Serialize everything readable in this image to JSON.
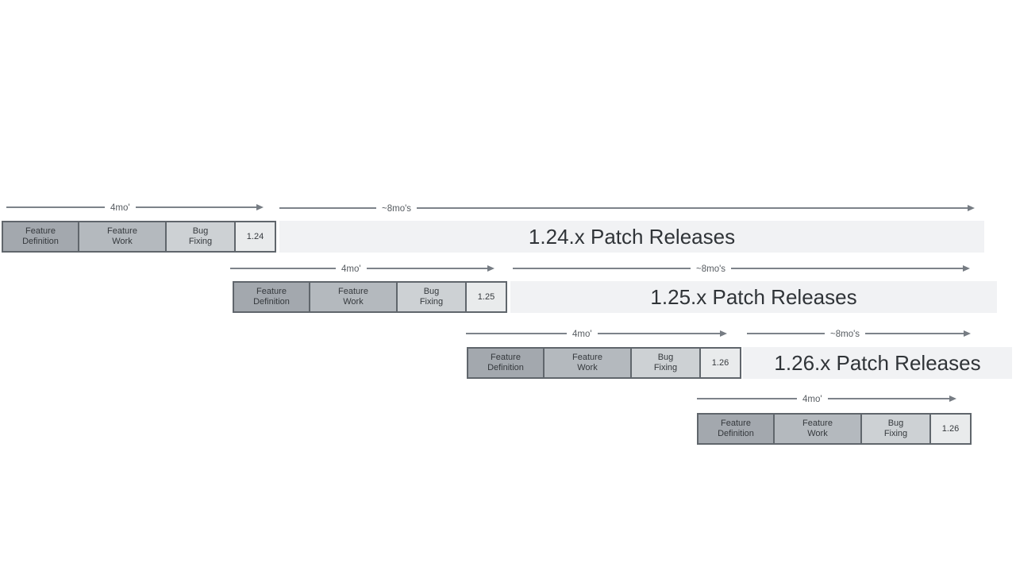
{
  "diagram": {
    "description": "Release cadence timeline diagram with overlapping release cycles",
    "colors": {
      "feature_definition_fill": "#a3a8ae",
      "feature_work_fill": "#b4b9be",
      "bug_fixing_fill": "#cdd1d4",
      "version_box_fill": "#e9ebec",
      "patch_bar_fill": "#f1f2f4",
      "box_border": "#60666c",
      "arrow_line": "#7d838a",
      "arrow_label_text": "#565b60",
      "patch_bar_text": "#303438",
      "box_text": "#35393d",
      "background": "#ffffff"
    },
    "rows": [
      {
        "version": "1.24",
        "dev_arrow_label": "4mo'",
        "patch_arrow_label": "~8mo's",
        "patch_label": "1.24.x Patch Releases",
        "phases": [
          "Feature\nDefinition",
          "Feature\nWork",
          "Bug\nFixing"
        ]
      },
      {
        "version": "1.25",
        "dev_arrow_label": "4mo'",
        "patch_arrow_label": "~8mo's",
        "patch_label": "1.25.x Patch Releases",
        "phases": [
          "Feature\nDefinition",
          "Feature\nWork",
          "Bug\nFixing"
        ]
      },
      {
        "version": "1.26",
        "dev_arrow_label": "4mo'",
        "patch_arrow_label": "~8mo's",
        "patch_label": "1.26.x Patch Releases",
        "phases": [
          "Feature\nDefinition",
          "Feature\nWork",
          "Bug\nFixing"
        ]
      },
      {
        "version": "1.26",
        "dev_arrow_label": "4mo'",
        "phases": [
          "Feature\nDefinition",
          "Feature\nWork",
          "Bug\nFixing"
        ]
      }
    ]
  }
}
